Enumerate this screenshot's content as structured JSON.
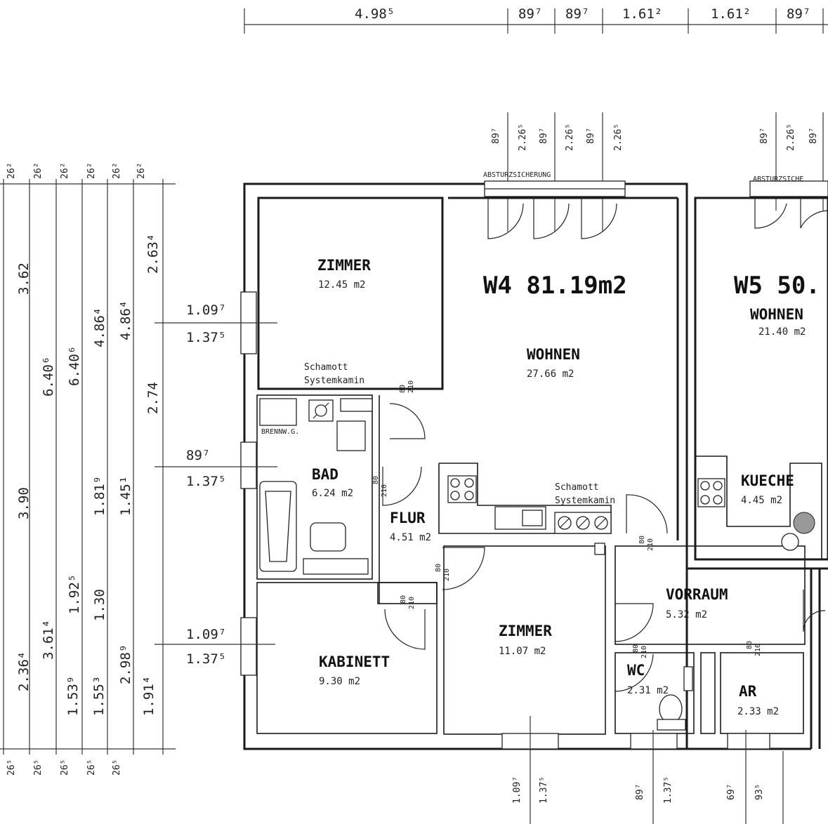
{
  "top_dims": [
    "4.98⁵",
    "89⁷",
    "89⁷",
    "1.61²",
    "1.61²",
    "89⁷"
  ],
  "window_dims_top": [
    "89⁷",
    "2.26⁵",
    "89⁷",
    "2.26⁵",
    "89⁷",
    "2.26⁵",
    "89⁷",
    "2.26⁵",
    "89⁷"
  ],
  "labels": {
    "absturz_1": "ABSTURZSICHERUNG",
    "absturz_2": "ABSTURZSICHE"
  },
  "units": [
    {
      "name": "W4 81.19m2"
    },
    {
      "name": "W5 50."
    }
  ],
  "rooms": {
    "zimmer_1": {
      "name": "ZIMMER",
      "area": "12.45 m2"
    },
    "wohnen_w4": {
      "name": "WOHNEN",
      "area": "27.66 m2"
    },
    "wohnen_w5": {
      "name": "WOHNEN",
      "area": "21.40 m2"
    },
    "bad": {
      "name": "BAD",
      "area": "6.24 m2"
    },
    "flur": {
      "name": "FLUR",
      "area": "4.51 m2"
    },
    "kueche": {
      "name": "KUECHE",
      "area": "4.45 m2"
    },
    "vorraum": {
      "name": "VORRAUM",
      "area": "5.32 m2"
    },
    "kabinett": {
      "name": "KABINETT",
      "area": "9.30 m2"
    },
    "zimmer_2": {
      "name": "ZIMMER",
      "area": "11.07 m2"
    },
    "wc": {
      "name": "WC",
      "area": "2.31 m2"
    },
    "ar": {
      "name": "AR",
      "area": "2.33 m2"
    }
  },
  "chimney_1": {
    "line1": "Schamott",
    "line2": "Systemkamin"
  },
  "chimney_2": {
    "line1": "Schamott",
    "line2": "Systemkamin"
  },
  "boiler": "BRENNW.G.",
  "window_left_dims": [
    {
      "a": "1.09⁷",
      "b": "1.37⁵"
    },
    {
      "a": "89⁷",
      "b": "1.37⁵"
    },
    {
      "a": "1.09⁷",
      "b": "1.37⁵"
    }
  ],
  "left_dims": {
    "col1": [
      "3.62",
      "3.90",
      "2.36⁴"
    ],
    "col2": [
      "6.40⁶",
      "3.61⁴",
      "1.53⁹"
    ],
    "col3": [
      "6.40⁶",
      "1.92⁵",
      "1.55³"
    ],
    "col4": [
      "4.86⁴",
      "1.81⁹",
      "1.30"
    ],
    "col5": [
      "4.86⁴",
      "1.45¹",
      "2.98⁹"
    ],
    "col6": [
      "2.63⁴",
      "2.74",
      "1.91⁴"
    ],
    "top_26": [
      "26²",
      "26²",
      "26²",
      "26²",
      "26²",
      "26²"
    ],
    "bottom_26": [
      "26⁵",
      "26⁵",
      "26⁵",
      "26⁵",
      "26⁵"
    ]
  },
  "bottom_dims": [
    "1.09⁷",
    "1.37⁵",
    "89⁷",
    "1.37⁵",
    "69⁷",
    "93⁵"
  ],
  "door_dims": [
    "80",
    "210"
  ]
}
